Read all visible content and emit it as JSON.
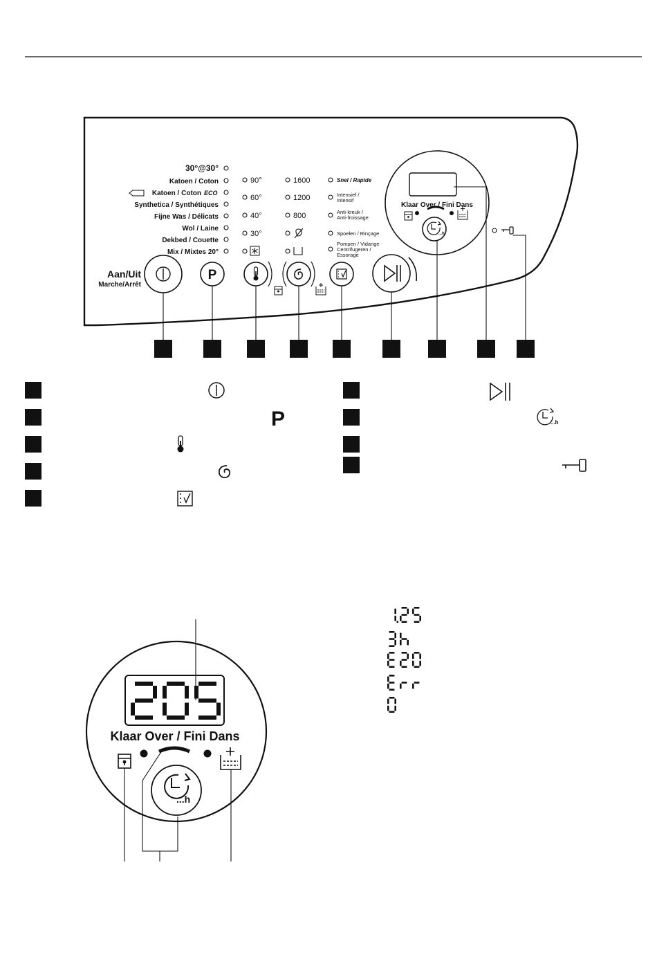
{
  "control_panel": {
    "power_label_nl": "Aan/Uit",
    "power_label_fr": "Marche/Arrêt",
    "program_button_letter": "P",
    "programmes": [
      {
        "label": "30°@30°"
      },
      {
        "label": "Katoen / Coton"
      },
      {
        "label": "Katoen / Coton",
        "suffix": "ECO"
      },
      {
        "label": "Synthetica / Synthétiques"
      },
      {
        "label": "Fijne Was / Délicats"
      },
      {
        "label": "Wol / Laine"
      },
      {
        "label": "Dekbed / Couette"
      },
      {
        "label": "Mix / Mixtes 20°"
      }
    ],
    "temperatures": [
      "90°",
      "60°",
      "40°",
      "30°"
    ],
    "spin_speeds": [
      "1600",
      "1200",
      "800"
    ],
    "options": [
      [
        "Snel / Rapide"
      ],
      [
        "Intensief /",
        "Intensif"
      ],
      [
        "Anti-kreuk /",
        "Anti-froissage"
      ],
      [
        "Spoelen / Rinçage"
      ],
      [
        "Pompen / Vidange",
        "Centrifugeren /",
        "Essorage"
      ]
    ],
    "display_label": "Klaar Over / Fini Dans"
  },
  "legend_left": [
    {
      "icon": "power-icon"
    },
    {
      "icon": "program-icon"
    },
    {
      "icon": "thermometer-icon"
    },
    {
      "icon": "spin-icon"
    },
    {
      "icon": "options-check-icon"
    }
  ],
  "legend_right": [
    {
      "icon": "start-pause-icon"
    },
    {
      "icon": "delay-timer-icon"
    },
    {
      "icon": ""
    },
    {
      "icon": "child-lock-key-icon"
    }
  ],
  "detail": {
    "display_value": "205",
    "label": "Klaar Over / Fini Dans",
    "button_text": "...h"
  },
  "display_examples": [
    "1.25",
    "3h",
    "E20",
    "Err",
    "0"
  ]
}
